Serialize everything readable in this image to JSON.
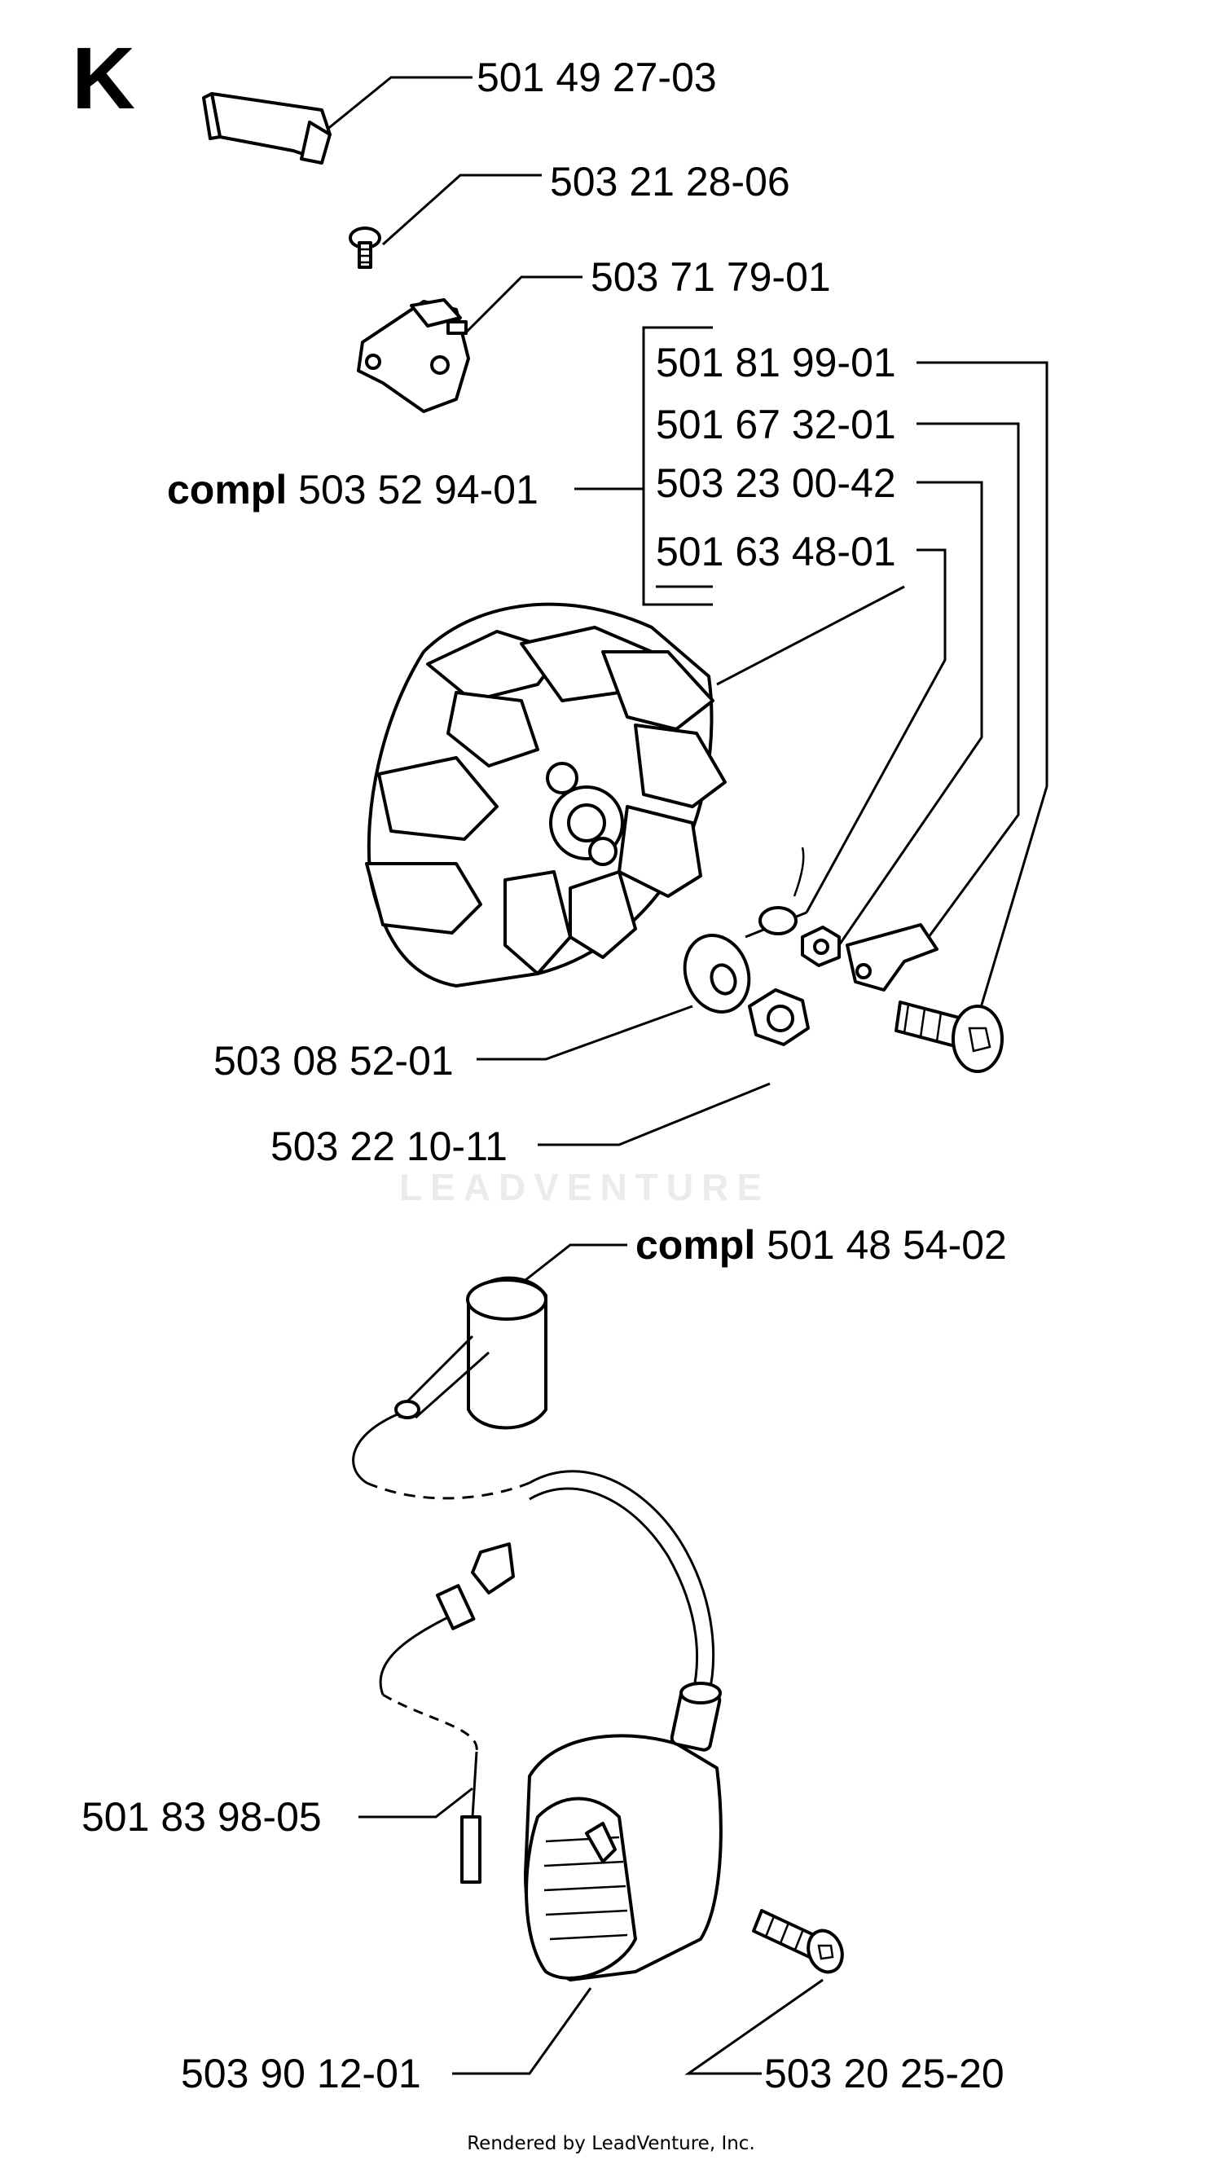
{
  "section_letter": "K",
  "part_numbers": {
    "cover": "501 49 27-03",
    "screw_top": "503 21 28-06",
    "switch": "503 71 79-01",
    "p_501_81_99_01": "501 81 99-01",
    "p_501_67_32_01": "501 67 32-01",
    "p_503_23_00_42": "503 23 00-42",
    "p_501_63_48_01": "501 63 48-01",
    "flywheel_compl_prefix": "compl",
    "flywheel_compl": "503 52 94-01",
    "washer": "503 08 52-01",
    "nut": "503 22 10-11",
    "cap_compl_prefix": "compl",
    "cap_compl": "501 48 54-02",
    "wire": "501 83 98-05",
    "coil": "503 90 12-01",
    "coil_screw": "503 20 25-20"
  },
  "watermark": "LEADVENTURE",
  "footer": "Rendered by LeadVenture, Inc."
}
